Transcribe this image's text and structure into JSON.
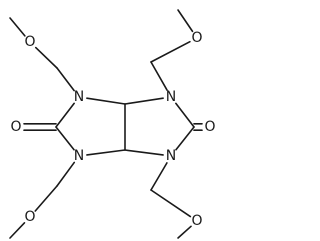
{
  "molecule": {
    "atoms": [
      {
        "id": "c1",
        "element": "C"
      },
      {
        "id": "c2",
        "element": "C"
      },
      {
        "id": "n1",
        "element": "N",
        "label": "N"
      },
      {
        "id": "n2",
        "element": "N",
        "label": "N"
      },
      {
        "id": "n3",
        "element": "N",
        "label": "N"
      },
      {
        "id": "n4",
        "element": "N",
        "label": "N"
      },
      {
        "id": "c3",
        "element": "C"
      },
      {
        "id": "c4",
        "element": "C"
      },
      {
        "id": "o1",
        "element": "O",
        "label": "O"
      },
      {
        "id": "o2",
        "element": "O",
        "label": "O"
      },
      {
        "id": "m1",
        "element": "C"
      },
      {
        "id": "m2",
        "element": "C"
      },
      {
        "id": "m3",
        "element": "C"
      },
      {
        "id": "m4",
        "element": "C"
      },
      {
        "id": "oe1",
        "element": "O",
        "label": "O"
      },
      {
        "id": "oe2",
        "element": "O",
        "label": "O"
      },
      {
        "id": "oe3",
        "element": "O",
        "label": "O"
      },
      {
        "id": "oe4",
        "element": "O",
        "label": "O"
      },
      {
        "id": "t1",
        "element": "C"
      },
      {
        "id": "t2",
        "element": "C"
      },
      {
        "id": "t3",
        "element": "C"
      },
      {
        "id": "t4",
        "element": "C"
      }
    ],
    "bonds": [
      {
        "a": "c1",
        "b": "c2",
        "order": 1
      },
      {
        "a": "c1",
        "b": "n1",
        "order": 1
      },
      {
        "a": "c1",
        "b": "n2",
        "order": 1
      },
      {
        "a": "c2",
        "b": "n3",
        "order": 1
      },
      {
        "a": "c2",
        "b": "n4",
        "order": 1
      },
      {
        "a": "n1",
        "b": "c3",
        "order": 1
      },
      {
        "a": "n3",
        "b": "c3",
        "order": 1
      },
      {
        "a": "n2",
        "b": "c4",
        "order": 1
      },
      {
        "a": "n4",
        "b": "c4",
        "order": 1
      },
      {
        "a": "c3",
        "b": "o1",
        "order": 2
      },
      {
        "a": "c4",
        "b": "o2",
        "order": 2
      },
      {
        "a": "n1",
        "b": "m1",
        "order": 1
      },
      {
        "a": "m1",
        "b": "oe1",
        "order": 1
      },
      {
        "a": "oe1",
        "b": "t1",
        "order": 1
      },
      {
        "a": "n2",
        "b": "m2",
        "order": 1
      },
      {
        "a": "m2",
        "b": "oe2",
        "order": 1
      },
      {
        "a": "oe2",
        "b": "t2",
        "order": 1
      },
      {
        "a": "n3",
        "b": "m3",
        "order": 1
      },
      {
        "a": "m3",
        "b": "oe3",
        "order": 1
      },
      {
        "a": "oe3",
        "b": "t3",
        "order": 1
      },
      {
        "a": "n4",
        "b": "m4",
        "order": 1
      },
      {
        "a": "m4",
        "b": "oe4",
        "order": 1
      },
      {
        "a": "oe4",
        "b": "t4",
        "order": 1
      }
    ]
  },
  "colors": {
    "bond": "#1a1a1a",
    "label": "#1a1a1a",
    "background": "#ffffff"
  }
}
